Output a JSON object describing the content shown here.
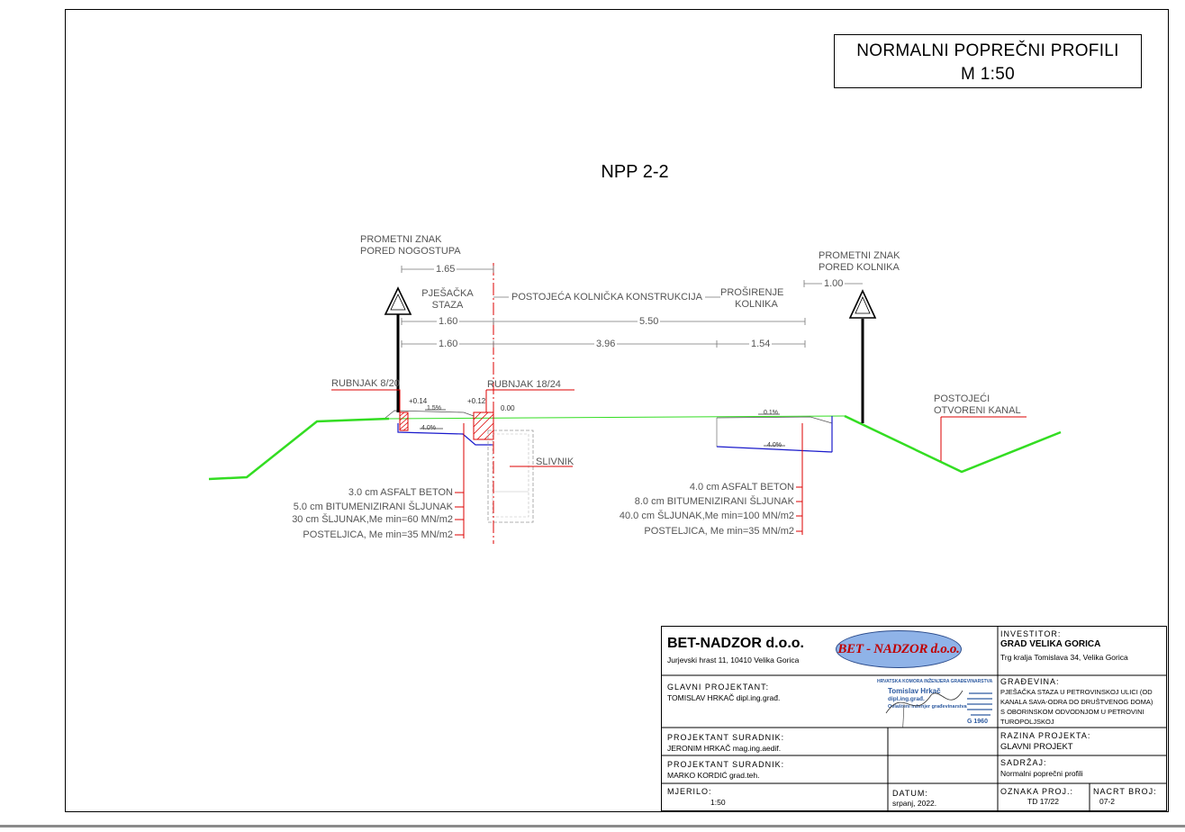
{
  "drawing": {
    "title_line1": "NORMALNI POPREČNI PROFILI",
    "title_line2": "M 1:50",
    "section_name": "NPP 2-2",
    "labels": {
      "sign_left_1": "PROMETNI ZNAK",
      "sign_left_2": "PORED NOGOSTUPA",
      "sign_right_1": "PROMETNI ZNAK",
      "sign_right_2": "PORED KOLNIKA",
      "pedestrian_1": "PJEŠAČKA",
      "pedestrian_2": "STAZA",
      "existing_road": "POSTOJEĆA KOLNIČKA KONSTRUKCIJA",
      "widening_1": "PROŠIRENJE",
      "widening_2": "KOLNIKA",
      "curb_left": "RUBNJAK 8/20",
      "curb_right": "RUBNJAK 18/24",
      "drain": "SLIVNIK",
      "canal_1": "POSTOJEĆI",
      "canal_2": "OTVORENI KANAL"
    },
    "dimensions": {
      "d_165": "1.65",
      "d_100": "1.00",
      "d_160a": "1.60",
      "d_550": "5.50",
      "d_160b": "1.60",
      "d_396": "3.96",
      "d_154": "1.54"
    },
    "elevations": {
      "e1": "+0.14",
      "e2": "+0.12",
      "e3": "0.00"
    },
    "slopes": {
      "s1": "1.5%",
      "s2": "4.0%",
      "s3": "0.1%",
      "s4": "4.0%"
    },
    "layers_left": [
      "3.0 cm ASFALT BETON",
      "5.0 cm BITUMENIZIRANI ŠLJUNAK",
      "30 cm ŠLJUNAK,Me min=60 MN/m2",
      "POSTELJICA, Me min=35 MN/m2"
    ],
    "layers_right": [
      "4.0 cm ASFALT BETON",
      "8.0 cm BITUMENIZIRANI ŠLJUNAK",
      "40.0 cm ŠLJUNAK,Me min=100 MN/m2",
      "POSTELJICA, Me min=35 MN/m2"
    ]
  },
  "title_block": {
    "company": "BET-NADZOR d.o.o.",
    "company_address": "Jurjevski hrast 11, 10410 Velika Gorica",
    "logo_text": "BET - NADZOR d.o.o.",
    "investor_caption": "INVESTITOR:",
    "investor_name": "GRAD VELIKA GORICA",
    "investor_address": "Trg kralja Tomislava 34, Velika Gorica",
    "chief_caption": "GLAVNI PROJEKTANT:",
    "chief_name": "TOMISLAV HRKAČ dipl.ing.građ.",
    "building_caption": "GRAĐEVINA:",
    "building_lines": [
      "PJEŠAČKA STAZA U PETROVINSKOJ ULICI (OD",
      "KANALA SAVA-ODRA DO DRUŠTVENOG DOMA)",
      "S OBORINSKOM ODVODNJOM U PETROVINI",
      "TUROPOLJSKOJ"
    ],
    "associate1_caption": "PROJEKTANT SURADNIK:",
    "associate1_name": "JERONIM HRKAČ mag.ing.aedif.",
    "level_caption": "RAZINA PROJEKTA:",
    "level_value": "GLAVNI PROJEKT",
    "associate2_caption": "PROJEKTANT SURADNIK:",
    "associate2_name": "MARKO KORDIĆ grad.teh.",
    "content_caption": "SADRŽAJ:",
    "content_value": "Normalni poprečni profili",
    "scale_caption": "MJERILO:",
    "scale_value": "1:50",
    "date_caption": "DATUM:",
    "date_value": "srpanj, 2022.",
    "project_code_caption": "OZNAKA PROJ.:",
    "project_code_value": "TD 17/22",
    "drawing_no_caption": "NACRT BROJ:",
    "drawing_no_value": "07-2",
    "stamp_line1": "HRVATSKA KOMORA INŽENJERA GRAĐEVINARSTVA",
    "stamp_name1": "Tomislav Hrkač",
    "stamp_name2": "dipl.ing.građ.",
    "stamp_line2": "Ovlašteni inženjer građevinarstva",
    "stamp_no": "G 1960"
  },
  "colors": {
    "terrain": "#33dd22",
    "dimension_red": "#dd0000",
    "layer_blue": "#1a1acc",
    "label_gray": "#555555",
    "logo_fill": "#8fb3e8",
    "logo_text": "#c00000"
  }
}
